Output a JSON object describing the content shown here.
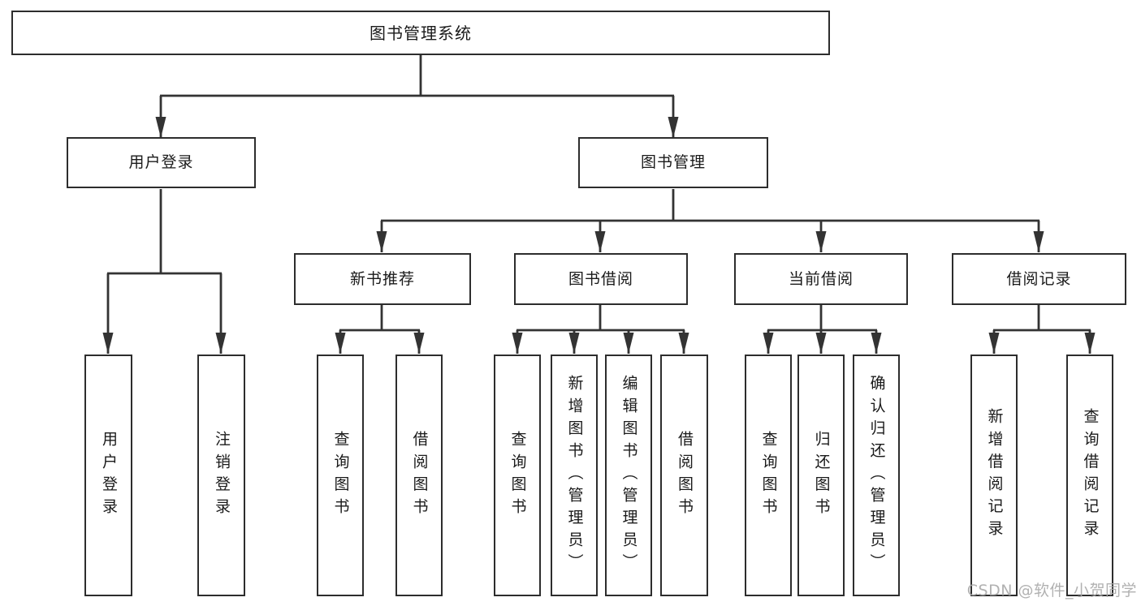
{
  "tree": {
    "root": {
      "label": "图书管理系统"
    },
    "user_login": {
      "label": "用户登录",
      "children": [
        {
          "label": "用户登录"
        },
        {
          "label": "注销登录"
        }
      ]
    },
    "book_management": {
      "label": "图书管理",
      "sections": [
        {
          "label": "新书推荐",
          "children": [
            {
              "label": "查询图书"
            },
            {
              "label": "借阅图书"
            }
          ]
        },
        {
          "label": "图书借阅",
          "children": [
            {
              "label": "查询图书"
            },
            {
              "label": "新增图书（管理员）"
            },
            {
              "label": "编辑图书（管理员）"
            },
            {
              "label": "借阅图书"
            }
          ]
        },
        {
          "label": "当前借阅",
          "children": [
            {
              "label": "查询图书"
            },
            {
              "label": "归还图书"
            },
            {
              "label": "确认归还（管理员）"
            }
          ]
        },
        {
          "label": "借阅记录",
          "children": [
            {
              "label": "新增借阅记录"
            },
            {
              "label": "查询借阅记录"
            }
          ]
        }
      ]
    }
  },
  "watermark": {
    "text": "CSDN @软件_小贺同学"
  },
  "colors": {
    "line": "#333333",
    "box_border": "#2d2d2d",
    "text": "#1a1a1a",
    "watermark": "#a9a9a9",
    "background": "#ffffff"
  }
}
